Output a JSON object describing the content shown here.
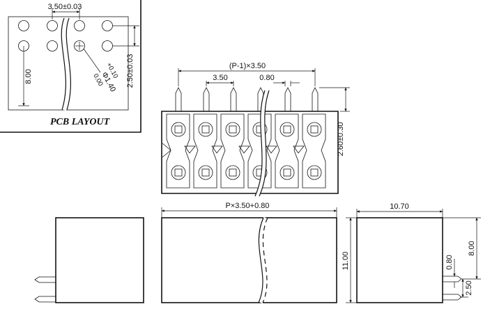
{
  "pcb_layout": {
    "title": "PCB LAYOUT",
    "pitch": "3.50±0.03",
    "row_spacing": "2.50±0.03",
    "height": "8.00",
    "hole_nominal": "Φ1.40",
    "hole_tol_upper": "+0.10",
    "hole_tol_lower": "0.00"
  },
  "front_view": {
    "overall": "(P-1)×3.50",
    "pitch": "3.50",
    "pin_width": "0.80",
    "pin_height": "2.60±0.30"
  },
  "bottom_view": {
    "length": "P×3.50+0.80"
  },
  "side_view": {
    "depth": "10.70",
    "height": "11.00",
    "body_height": "8.00",
    "pin_length": "2.50",
    "pin_size": "0.80"
  }
}
